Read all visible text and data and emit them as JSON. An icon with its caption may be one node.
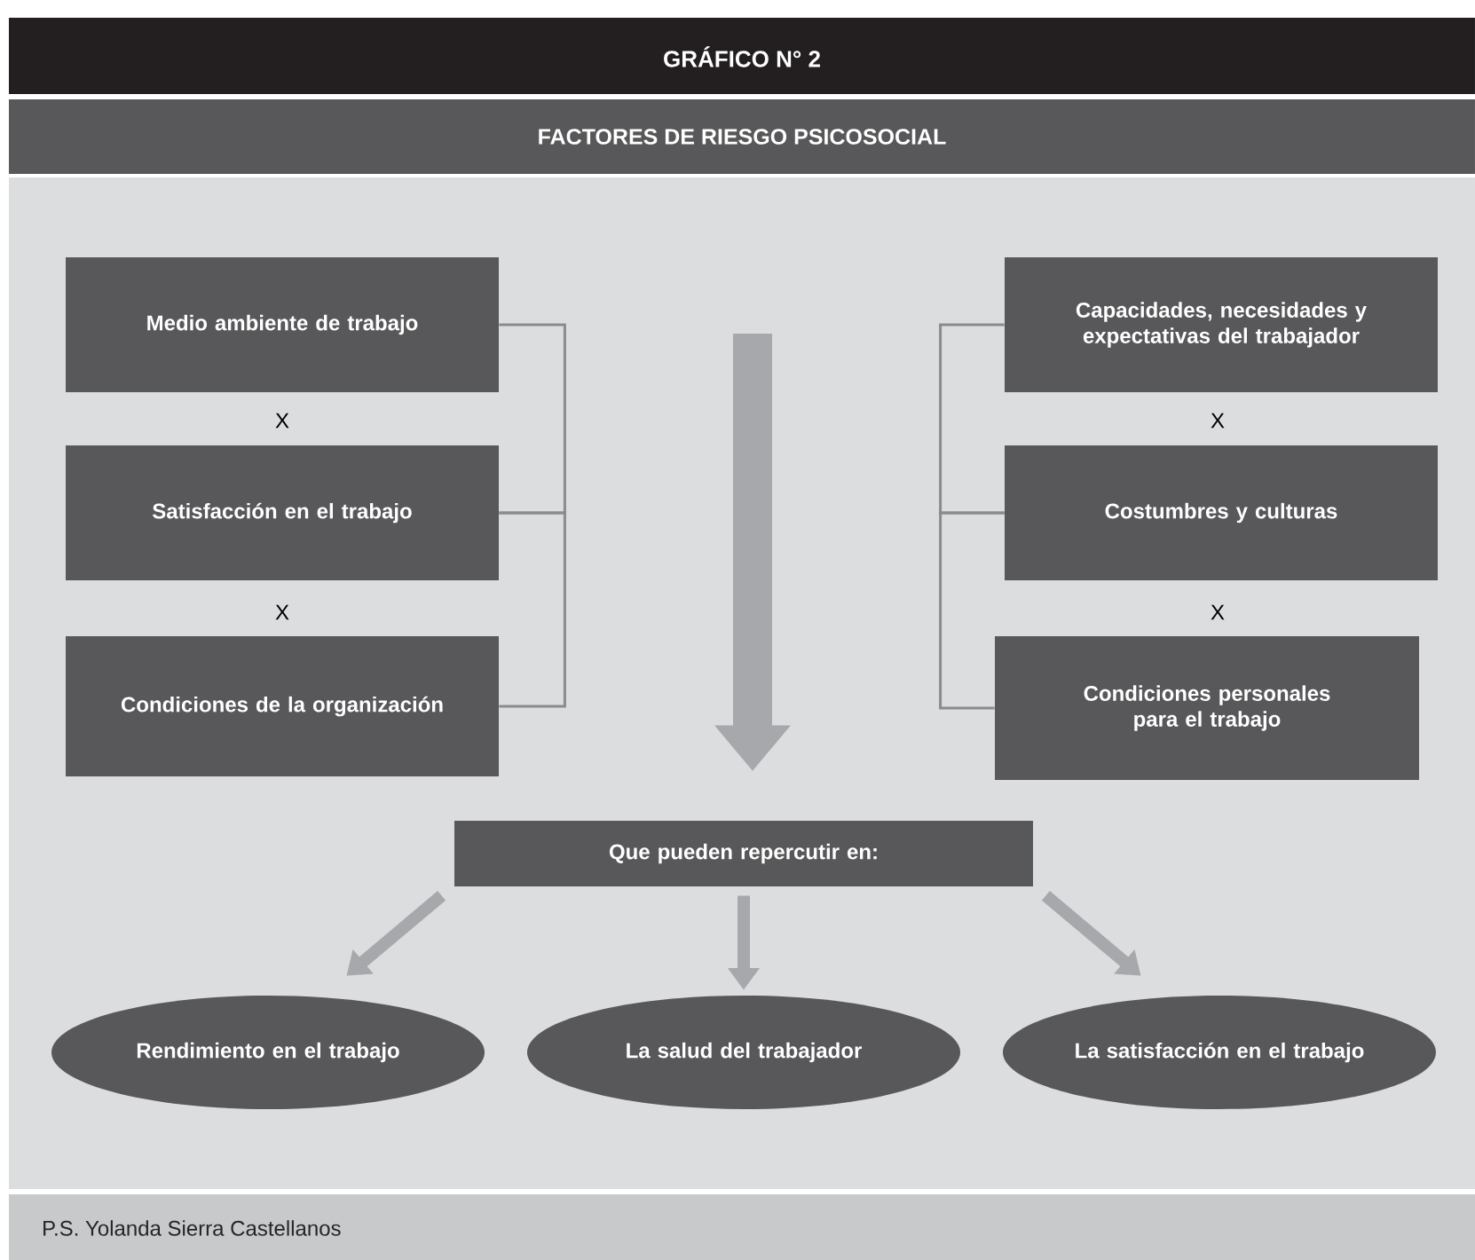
{
  "diagram": {
    "title": "GRÁFICO N° 2",
    "caption": "P.S. Yolanda Sierra Castellanos",
    "nodes": [
      {
        "text": [
          "Medio ambiente de trabajo"
        ]
      },
      {
        "text": [
          "Satisfacción en el trabajo"
        ]
      },
      {
        "text": [
          "Condiciones de la organización"
        ]
      },
      {
        "text": [
          "Capacidades, necesidades y expectativas del trabajador"
        ]
      },
      {
        "text": [
          "Costumbres y culturas"
        ]
      },
      {
        "text": [
          "Condiciones personales para el trabajo"
        ]
      },
      {
        "text": [
          "Que pueden repercutir en:"
        ]
      },
      {
        "text": [
          "Rendimiento en el trabajo"
        ]
      },
      {
        "text": [
          "La salud del trabajador"
        ]
      },
      {
        "text": [
          "La satisfacción en el trabajo"
        ]
      }
    ],
    "edges": [
      {
        "from": 0,
        "to": 1,
        "arrow": "none"
      },
      {
        "from": 1,
        "to": 2,
        "arrow": "none"
      },
      {
        "from": 3,
        "to": 4,
        "arrow": "none"
      },
      {
        "from": 4,
        "to": 5,
        "arrow": "none"
      },
      {
        "from": null,
        "to": 6,
        "arrow": "to",
        "style": "thick",
        "color": "#a7a8ab"
      },
      {
        "from": 6,
        "to": 7,
        "arrow": "to",
        "style": "thick",
        "color": "#a7a8ab"
      },
      {
        "from": 6,
        "to": 8,
        "arrow": "to",
        "style": "thick",
        "color": "#a7a8ab"
      },
      {
        "from": 6,
        "to": 9,
        "arrow": "to",
        "style": "thick",
        "color": "#a7a8ab"
      }
    ],
    "labels": [
      "FACTORES DE RIESGO PSICOSOCIAL",
      "X",
      "X",
      "X",
      "X"
    ]
  }
}
